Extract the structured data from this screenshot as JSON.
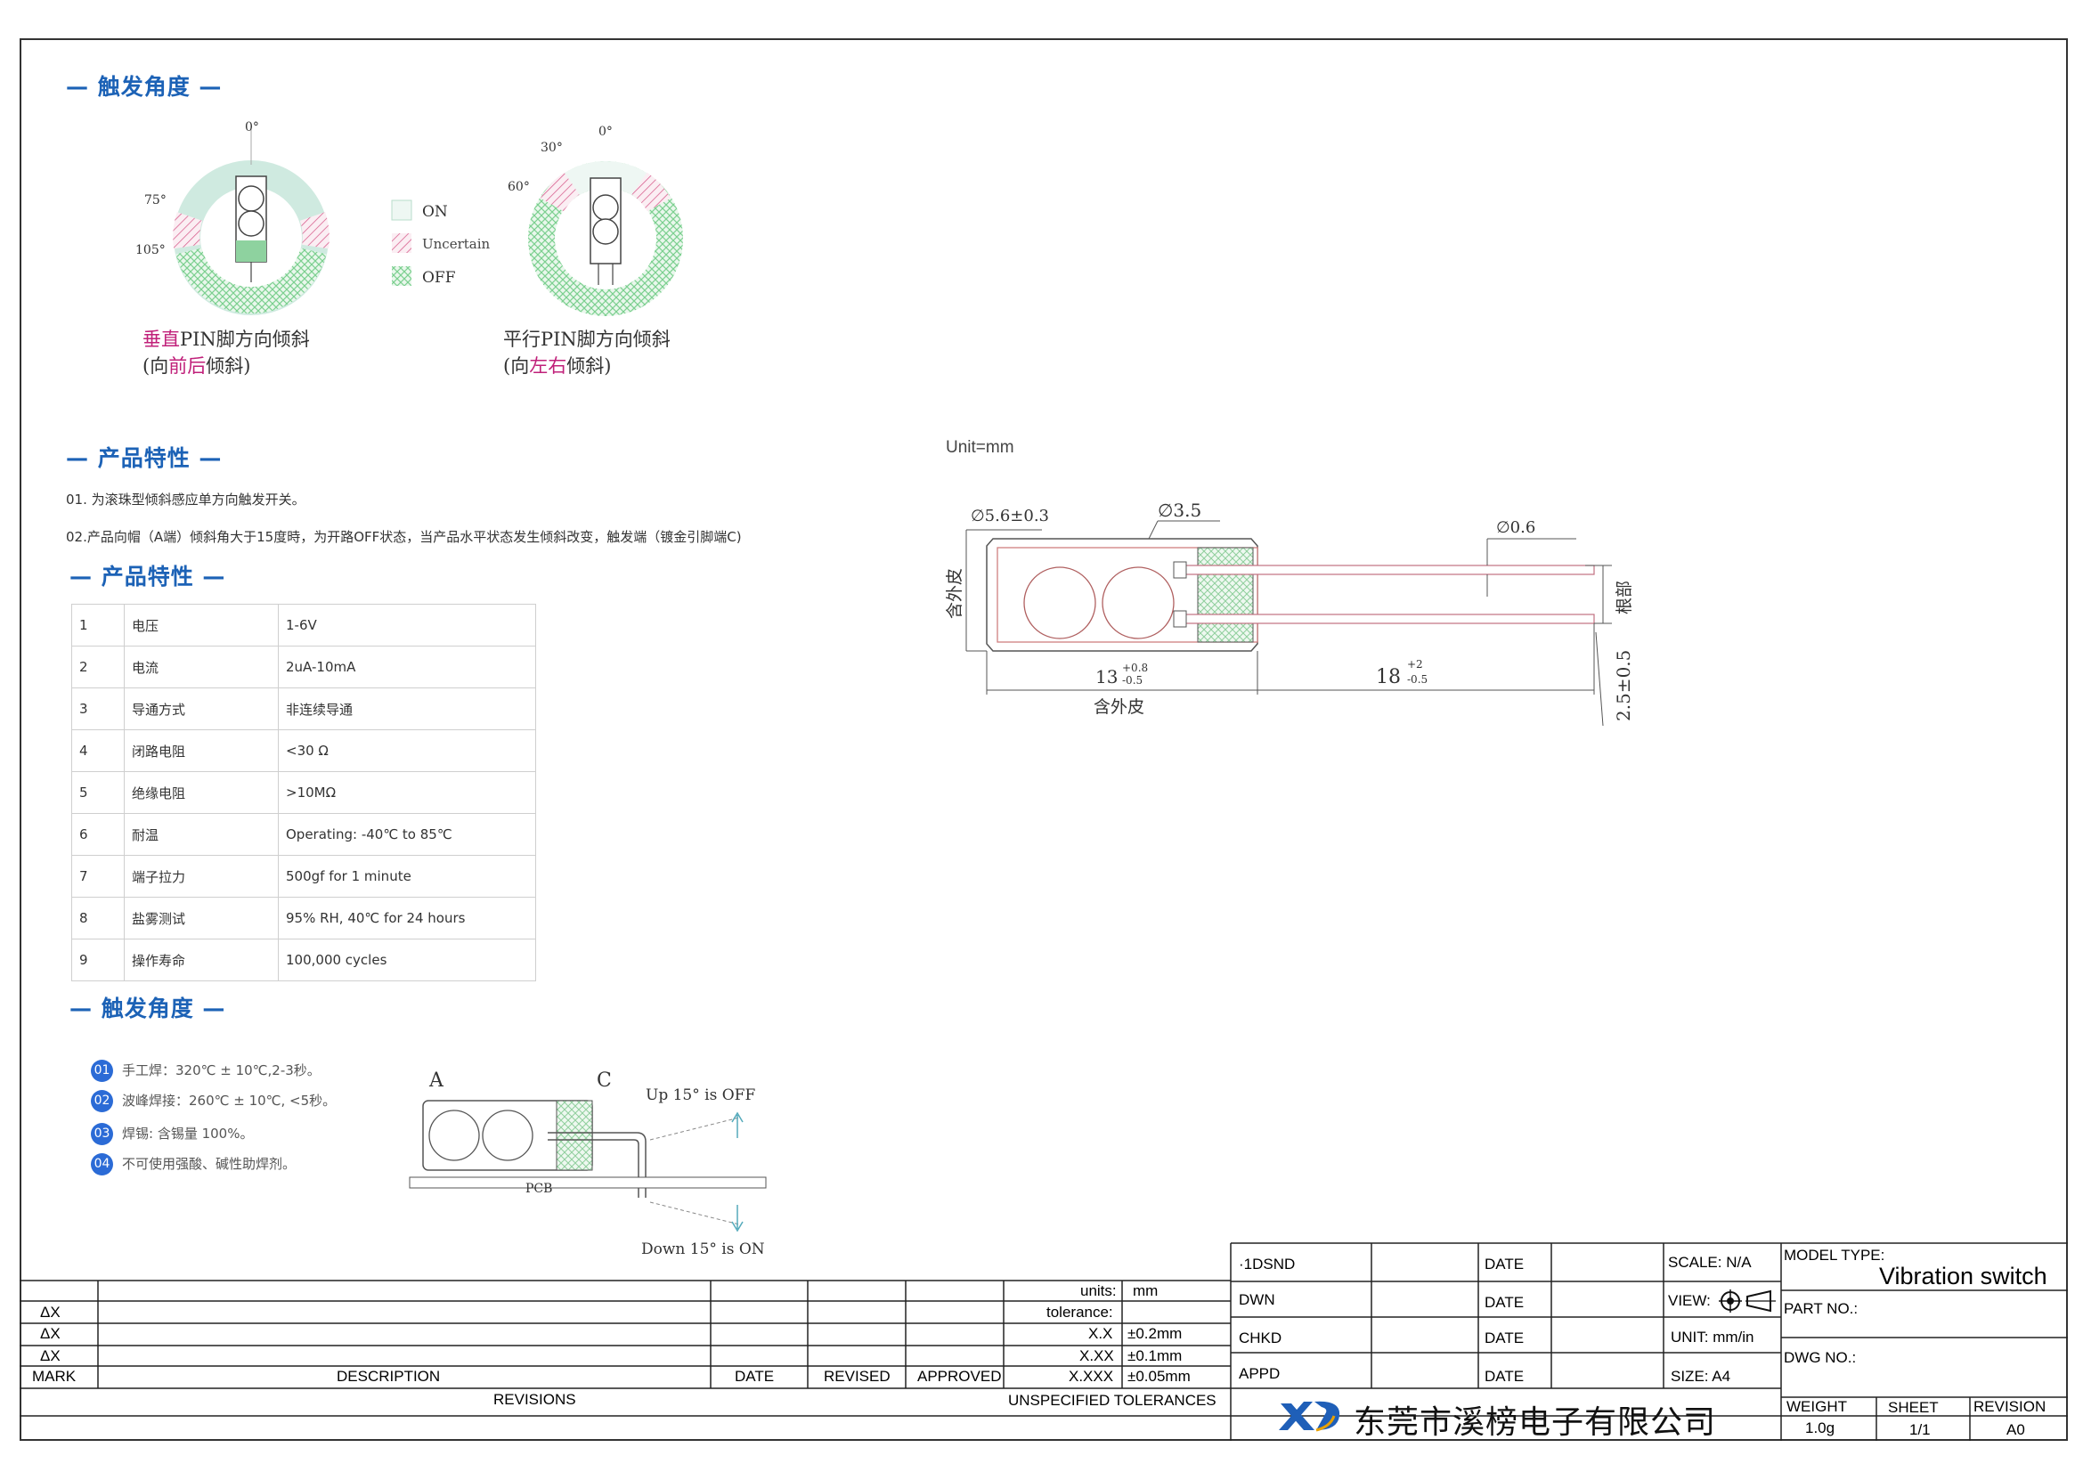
{
  "sections": {
    "trigger_angle_1": "— 触发角度 —",
    "features": "— 产品特性 —",
    "specs": "— 产品特性 —",
    "trigger_angle_2": "— 触发角度 —"
  },
  "angle_diagram": {
    "left_labels": {
      "top": "0°",
      "mid": "75°",
      "low": "105°"
    },
    "right_labels": {
      "top": "0°",
      "a": "30°",
      "b": "60°"
    },
    "legend": {
      "on": "ON",
      "uncertain": "Uncertain",
      "off": "OFF"
    },
    "left_caption_1a": "垂直",
    "left_caption_1b": "PIN脚方向倾斜",
    "left_caption_2a": "(向",
    "left_caption_2b": "前后",
    "left_caption_2c": "倾斜)",
    "right_caption_1": "平行PIN脚方向倾斜",
    "right_caption_2a": "(向",
    "right_caption_2b": "左右",
    "right_caption_2c": "倾斜)",
    "colors": {
      "on": "#d6ece4",
      "uncertain": "#d65a8a",
      "off": "#7bd08f",
      "highlight": "#c0207a"
    }
  },
  "features": [
    "01. 为滚珠型倾斜感应单方向触发开关。",
    "02.产品向帽（A端）倾斜角大于15度時，为开路OFF状态，当产品水平状态发生倾斜改变，触发端（镀金引脚端C)"
  ],
  "spec_table": [
    {
      "no": "1",
      "name": "电压",
      "value": "1-6V"
    },
    {
      "no": "2",
      "name": "电流",
      "value": "2uA-10mA"
    },
    {
      "no": "3",
      "name": "导通方式",
      "value": "非连续导通"
    },
    {
      "no": "4",
      "name": "闭路电阻",
      "value": "<30 Ω"
    },
    {
      "no": "5",
      "name": "绝缘电阻",
      "value": ">10MΩ"
    },
    {
      "no": "6",
      "name": "耐温",
      "value": "Operating: -40℃ to 85℃"
    },
    {
      "no": "7",
      "name": "端子拉力",
      "value": "500gf for 1 minute"
    },
    {
      "no": "8",
      "name": "盐雾测试",
      "value": "95% RH, 40℃ for 24 hours"
    },
    {
      "no": "9",
      "name": "操作寿命",
      "value": "100,000 cycles"
    }
  ],
  "soldering": [
    {
      "num": "01",
      "text": "手工焊：320℃ ± 10℃,2-3秒。"
    },
    {
      "num": "02",
      "text": "波峰焊接：260℃ ± 10℃, <5秒。"
    },
    {
      "num": "03",
      "text": "焊锡: 含锡量 100%。"
    },
    {
      "num": "04",
      "text": "不可使用强酸、碱性助焊剂。"
    }
  ],
  "pcb_diagram": {
    "label_a": "A",
    "label_c": "C",
    "up_text": "Up 15° is OFF",
    "down_text": "Down 15° is ON",
    "pcb_label": "PCB"
  },
  "dimension_drawing": {
    "unit": "Unit=mm",
    "d_body": "∅5.6±0.3",
    "d_ball": "∅3.5",
    "d_pin": "∅0.6",
    "len_body": "13",
    "len_body_tol_up": "+0.8",
    "len_body_tol_dn": "-0.5",
    "len_pin": "18",
    "len_pin_tol_up": "+2",
    "len_pin_tol_dn": "-0.5",
    "sleeve_bottom": "含外皮",
    "sleeve_side": "含外皮",
    "root": "根部",
    "pitch": "2.5±0.5"
  },
  "title_block": {
    "revisions": {
      "rows": [
        [
          "ΔX"
        ],
        [
          "ΔX"
        ],
        [
          "ΔX"
        ]
      ],
      "headers": {
        "mark": "MARK",
        "description": "DESCRIPTION",
        "date": "DATE",
        "revised": "REVISED",
        "approved": "APPROVED"
      },
      "footer": "REVISIONS"
    },
    "tolerances": {
      "units_label": "units:",
      "units_value": "mm",
      "tolerance_label": "tolerance:",
      "rows": [
        {
          "label": "X.X",
          "value": "±0.2mm"
        },
        {
          "label": "X.XX",
          "value": "±0.1mm"
        },
        {
          "label": "X.XXX",
          "value": "±0.05mm"
        }
      ],
      "footer": "UNSPECIFIED TOLERANCES"
    },
    "sign": [
      {
        "label": "·1DSND",
        "date": "DATE"
      },
      {
        "label": "DWN",
        "date": "DATE"
      },
      {
        "label": "CHKD",
        "date": "DATE"
      },
      {
        "label": "APPD",
        "date": "DATE"
      }
    ],
    "scale": "SCALE: N/A",
    "view": "VIEW:",
    "unit": "UNIT: mm/in",
    "size": "SIZE: A4",
    "model_type_label": "MODEL TYPE:",
    "model_type_value": "Vibration switch",
    "part_no": "PART NO.:",
    "dwg_no": "DWG NO.:",
    "company": "东莞市溪榜电子有限公司",
    "weight_label": "WEIGHT",
    "weight_value": "1.0g",
    "sheet_label": "SHEET",
    "sheet_value": "1/1",
    "revision_label": "REVISION",
    "revision_value": "A0"
  }
}
